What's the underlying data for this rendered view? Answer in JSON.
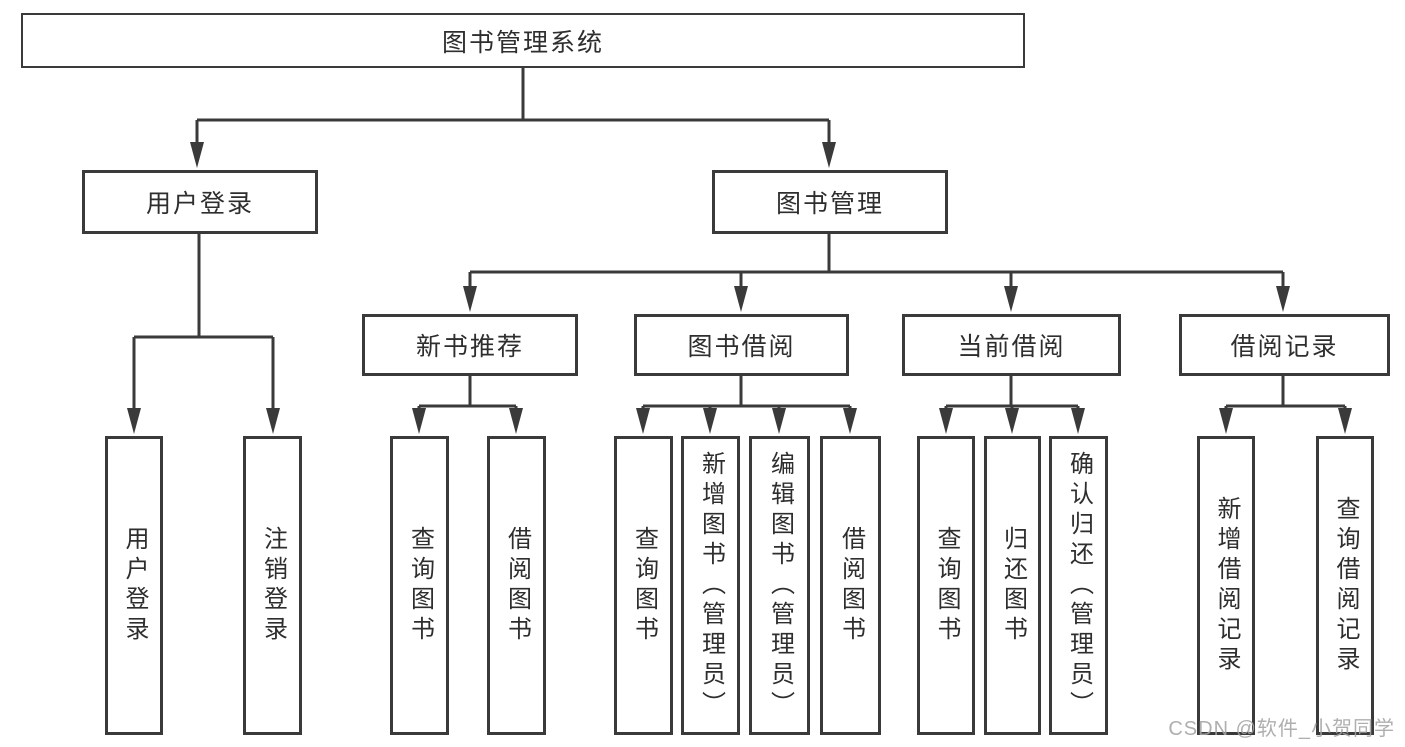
{
  "diagram": {
    "type": "hierarchy-tree",
    "title": "图书管理系统",
    "nodes": {
      "root": {
        "label": "图书管理系统"
      },
      "user_login": {
        "label": "用户登录"
      },
      "book_management": {
        "label": "图书管理"
      },
      "new_book_recommend": {
        "label": "新书推荐"
      },
      "book_borrowing": {
        "label": "图书借阅"
      },
      "current_borrowing": {
        "label": "当前借阅"
      },
      "borrowing_records": {
        "label": "借阅记录"
      },
      "leaf_user_login": {
        "label": "用户登录"
      },
      "leaf_logout": {
        "label": "注销登录"
      },
      "leaf_query_book_recommend": {
        "label": "查询图书"
      },
      "leaf_borrow_book_recommend": {
        "label": "借阅图书"
      },
      "leaf_query_book_borrowing": {
        "label": "查询图书"
      },
      "leaf_add_book_admin": {
        "label": "新增图书（管理员）"
      },
      "leaf_edit_book_admin": {
        "label": "编辑图书（管理员）"
      },
      "leaf_borrow_book_borrowing": {
        "label": "借阅图书"
      },
      "leaf_query_book_current": {
        "label": "查询图书"
      },
      "leaf_return_book": {
        "label": "归还图书"
      },
      "leaf_confirm_return_admin": {
        "label": "确认归还（管理员）"
      },
      "leaf_add_borrow_record": {
        "label": "新增借阅记录"
      },
      "leaf_query_borrow_record": {
        "label": "查询借阅记录"
      }
    },
    "hierarchy": {
      "图书管理系统": {
        "用户登录": [
          "用户登录",
          "注销登录"
        ],
        "图书管理": {
          "新书推荐": [
            "查询图书",
            "借阅图书"
          ],
          "图书借阅": [
            "查询图书",
            "新增图书（管理员）",
            "编辑图书（管理员）",
            "借阅图书"
          ],
          "当前借阅": [
            "查询图书",
            "归还图书",
            "确认归还（管理员）"
          ],
          "借阅记录": [
            "新增借阅记录",
            "查询借阅记录"
          ]
        }
      }
    }
  },
  "watermark": {
    "text": "CSDN @软件_小贺同学"
  },
  "colors": {
    "line": "#3a3a3a",
    "text": "#2e2e2e",
    "background": "#ffffff",
    "watermark": "#a4a4a4"
  }
}
